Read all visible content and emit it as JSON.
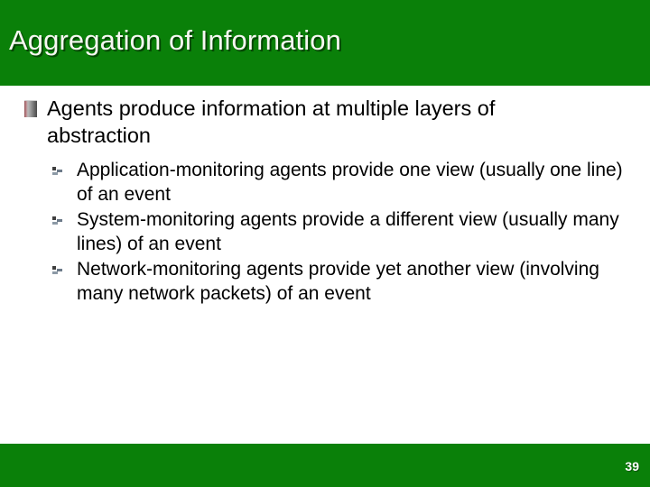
{
  "slide": {
    "title": "Aggregation of Information",
    "page_number": "39",
    "theme": {
      "band_green": "#0a8009",
      "title_color": "#f7f7f2",
      "body_background": "#ffffff",
      "body_text_color": "#000000"
    },
    "bullets": [
      {
        "level": 1,
        "marker": "square-3d-bullet-icon",
        "text": "Agents produce information at multiple layers of abstraction"
      }
    ],
    "sub_bullets": [
      {
        "level": 2,
        "marker": "small-square-bullet-icon",
        "text": "Application-monitoring agents provide one view (usually one line) of an event"
      },
      {
        "level": 2,
        "marker": "small-square-bullet-icon",
        "text": "System-monitoring agents  provide a different view (usually many lines) of an event"
      },
      {
        "level": 2,
        "marker": "small-square-bullet-icon",
        "text": "Network-monitoring agents provide yet another view (involving many network packets) of an event"
      }
    ]
  }
}
